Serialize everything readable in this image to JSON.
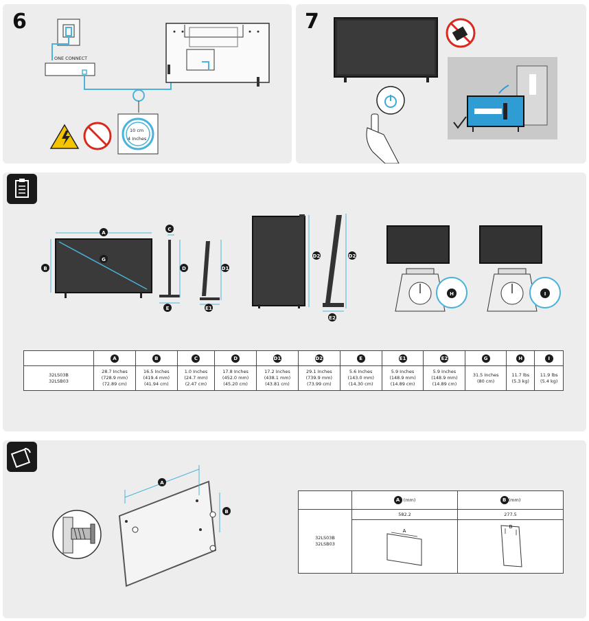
{
  "step6": {
    "number": "6",
    "one_connect_label": "ONE CONNECT",
    "cable_bend_cm": "10 cm",
    "cable_bend_in": "4 Inches"
  },
  "step7": {
    "number": "7"
  },
  "labels": {
    "A": "A",
    "B": "B",
    "C": "C",
    "D": "D",
    "D1": "D1",
    "D2": "D2",
    "E": "E",
    "E1": "E1",
    "E2": "E2",
    "G": "G",
    "H": "H",
    "I": "I"
  },
  "dimensions": {
    "headers": [
      "A",
      "B",
      "C",
      "D",
      "D1",
      "D2",
      "E",
      "E1",
      "E2",
      "G",
      "H",
      "I"
    ],
    "row": {
      "model": "32LS03B\n32LSB03",
      "values": [
        "28.7 Inches\n(728.9 mm)\n(72.89 cm)",
        "16.5 Inches\n(419.4 mm)\n(41.94 cm)",
        "1.0 Inches\n(24.7 mm)\n(2.47 cm)",
        "17.8 Inches\n(452.0 mm)\n(45.20 cm)",
        "17.2 Inches\n(438.1 mm)\n(43.81 cm)",
        "29.1 Inches\n(739.9 mm)\n(73.99 cm)",
        "5.6 Inches\n(143.0 mm)\n(14.30 cm)",
        "5.9 Inches\n(148.9 mm)\n(14.89 cm)",
        "5.9 Inches\n(148.9 mm)\n(14.89 cm)",
        "31.5 Inches\n(80 cm)",
        "11.7 lbs\n(5.3 kg)",
        "11.9 lbs\n(5.4 kg)"
      ]
    }
  },
  "wall_mount": {
    "col_a": "A",
    "col_b": "B",
    "unit": "(mm)",
    "model": "32LS03B\n32LSB03",
    "value_a": "582.2",
    "value_b": "277.5",
    "diagram_a": "A",
    "diagram_b": "B"
  }
}
